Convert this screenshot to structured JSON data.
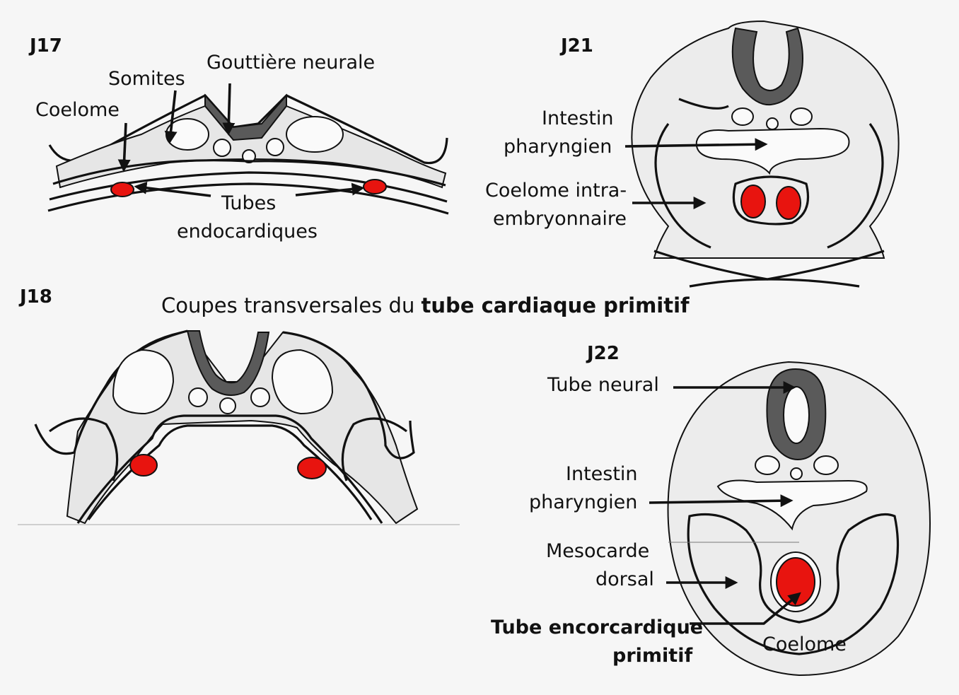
{
  "colors": {
    "background": "#f6f6f6",
    "tube_red": "#e8140f",
    "line": "#111111",
    "tissue": "#e6e6e6",
    "neural": "#5a5a5a"
  },
  "title": {
    "prefix": "Coupes transversales du ",
    "bold": "tube cardiaque primitif"
  },
  "panels": {
    "j17": {
      "stage": "J17",
      "somites": "Somites",
      "gouttiere": "Gouttière neurale",
      "coelome": "Coelome",
      "tubes_line1": "Tubes",
      "tubes_line2": "endocardiques"
    },
    "j18": {
      "stage": "J18"
    },
    "j21": {
      "stage": "J21",
      "intestin_line1": "Intestin",
      "intestin_line2": "pharyngien",
      "coelome_line1": "Coelome intra-",
      "coelome_line2": "embryonnaire"
    },
    "j22": {
      "stage": "J22",
      "tube_neural": "Tube neural",
      "intestin_line1": "Intestin",
      "intestin_line2": "pharyngien",
      "mesocarde_line1": "Mesocarde",
      "mesocarde_line2": "dorsal",
      "tube_line1": "Tube encorcardique",
      "tube_line2": "primitif",
      "coelome": "Coelome"
    }
  }
}
